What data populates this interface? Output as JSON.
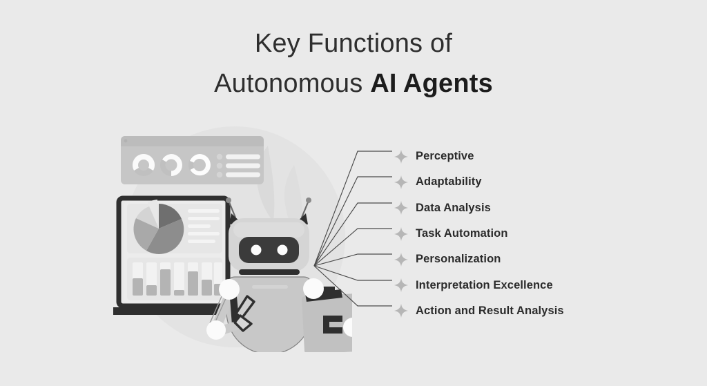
{
  "page": {
    "background_color": "#eaeaea",
    "text_color": "#2b2b2b"
  },
  "title": {
    "line1": "Key Functions of",
    "line2_normal": "Autonomous ",
    "line2_bold": "AI Agents"
  },
  "features": [
    {
      "label": "Perceptive",
      "bullet_icon": "sparkle-icon"
    },
    {
      "label": "Adaptability",
      "bullet_icon": "sparkle-icon"
    },
    {
      "label": "Data Analysis",
      "bullet_icon": "sparkle-icon"
    },
    {
      "label": "Task Automation",
      "bullet_icon": "sparkle-icon"
    },
    {
      "label": "Personalization",
      "bullet_icon": "sparkle-icon"
    },
    {
      "label": "Interpretation Excellence",
      "bullet_icon": "sparkle-icon"
    },
    {
      "label": "Action and Result Analysis",
      "bullet_icon": "sparkle-icon"
    }
  ],
  "illustration": {
    "description": "robot-with-dashboard-illustration",
    "colors": {
      "backdrop_circle": "#e2e2e2",
      "leaf": "#dcdcdc",
      "card": "#c9c9c9",
      "card_header": "#bdbdbd",
      "screen": "#ededed",
      "laptop_frame": "#333333",
      "robot_body": "#c9c9c9",
      "robot_head": "#d6d6d6",
      "visor": "#3a3a3a",
      "eye": "#ffffff",
      "joint": "#fbfbfb",
      "line": "#555555"
    },
    "dashboard_card": {
      "donuts": 3,
      "list_rows": 3
    },
    "pie_chart": {
      "type": "pie",
      "values": [
        28,
        22,
        18,
        16,
        16
      ],
      "shades": [
        "#6e6e6e",
        "#8f8f8f",
        "#a8a8a8",
        "#d2d2d2",
        "#e4e4e4"
      ]
    },
    "bar_chart": {
      "type": "bar",
      "values": [
        52,
        30,
        78,
        16,
        70,
        46,
        34
      ],
      "bars": 7
    }
  }
}
